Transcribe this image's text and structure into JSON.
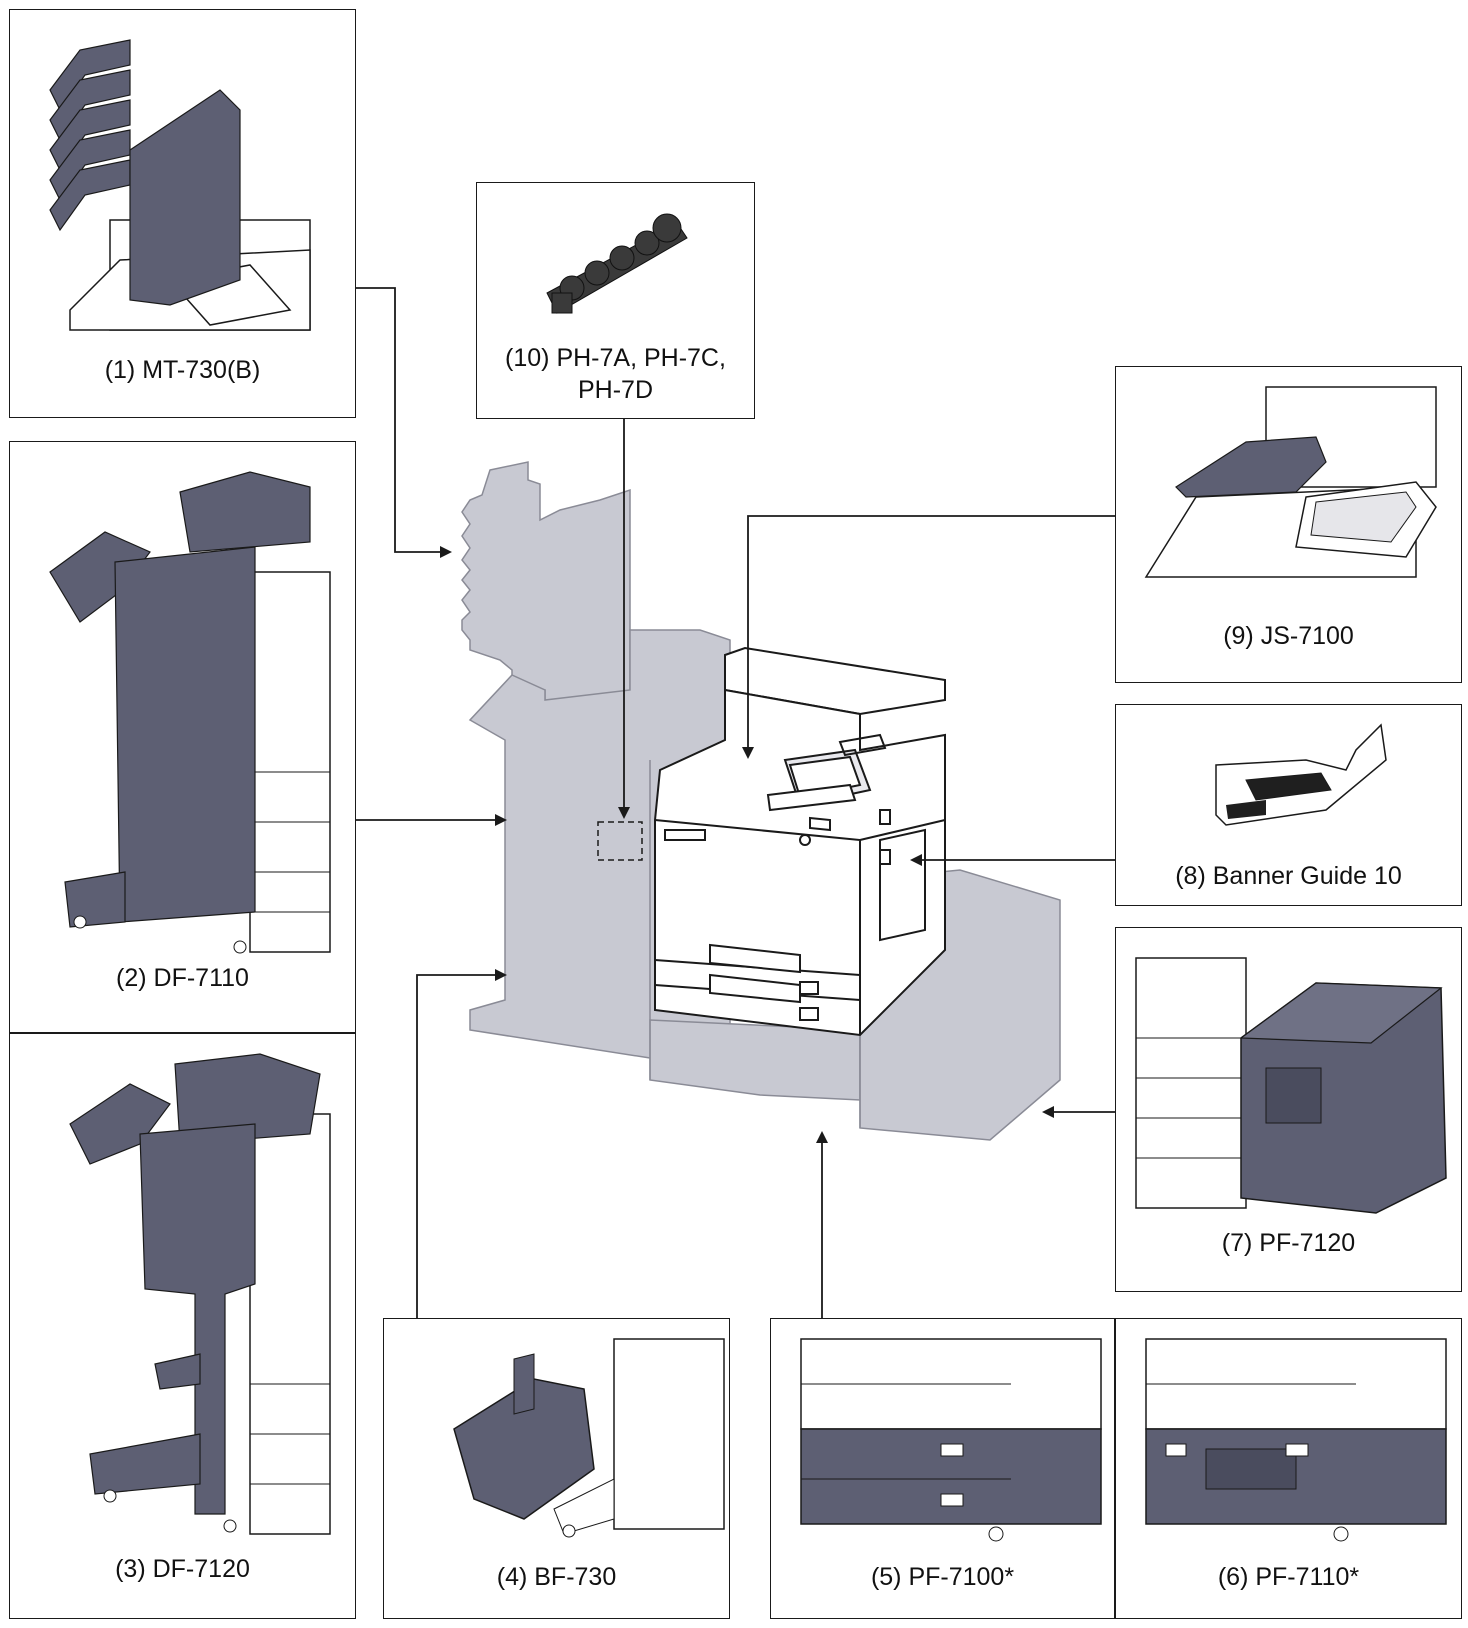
{
  "options": [
    {
      "id": "1",
      "label": "(1) MT-730(B)",
      "icon": "mailbox-tray-icon"
    },
    {
      "id": "2",
      "label": "(2) DF-7110",
      "icon": "finisher-icon"
    },
    {
      "id": "3",
      "label": "(3) DF-7120",
      "icon": "finisher-icon"
    },
    {
      "id": "4",
      "label": "(4) BF-730",
      "icon": "folding-unit-icon"
    },
    {
      "id": "5",
      "label": "(5) PF-7100*",
      "icon": "paper-feeder-icon"
    },
    {
      "id": "6",
      "label": "(6) PF-7110*",
      "icon": "paper-feeder-icon"
    },
    {
      "id": "7",
      "label": "(7) PF-7120",
      "icon": "side-feeder-icon"
    },
    {
      "id": "8",
      "label": "(8) Banner Guide 10",
      "icon": "banner-guide-icon"
    },
    {
      "id": "9",
      "label": "(9) JS-7100",
      "icon": "job-separator-icon"
    },
    {
      "id": "10",
      "label_line1": "(10) PH-7A, PH-7C,",
      "label_line2": "PH-7D",
      "icon": "punch-unit-icon"
    }
  ],
  "colors": {
    "unit_fill": "#5d5f73",
    "silhouette_fill": "#c8c9d2",
    "line": "#1a1a1a",
    "printer_fill": "#ffffff"
  }
}
